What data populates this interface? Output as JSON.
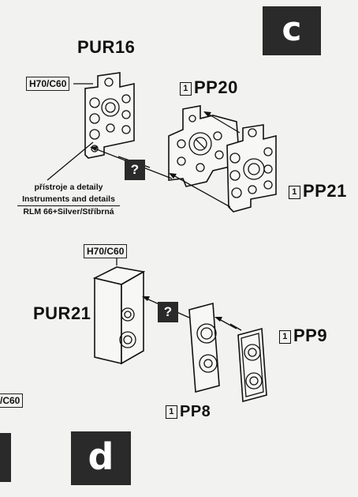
{
  "steps": {
    "c": "c",
    "d": "d"
  },
  "parts": {
    "pur16": "PUR16",
    "pur21": "PUR21",
    "pp20": "PP20",
    "pp21": "PP21",
    "pp9": "PP9",
    "pp8": "PP8",
    "qty": "1"
  },
  "colors": {
    "h70_c60_top": "H70/C60",
    "h70_c60_mid": "H70/C60",
    "c60_partial": "/C60"
  },
  "note": {
    "line1": "přístroje a detaily",
    "line2": "Instruments and details",
    "line3": "RLM 66+Silver/Stříbrná"
  },
  "unknown_marker": "?",
  "palette": {
    "badge": "#2a2a2a",
    "paper": "#f2f2f0"
  }
}
